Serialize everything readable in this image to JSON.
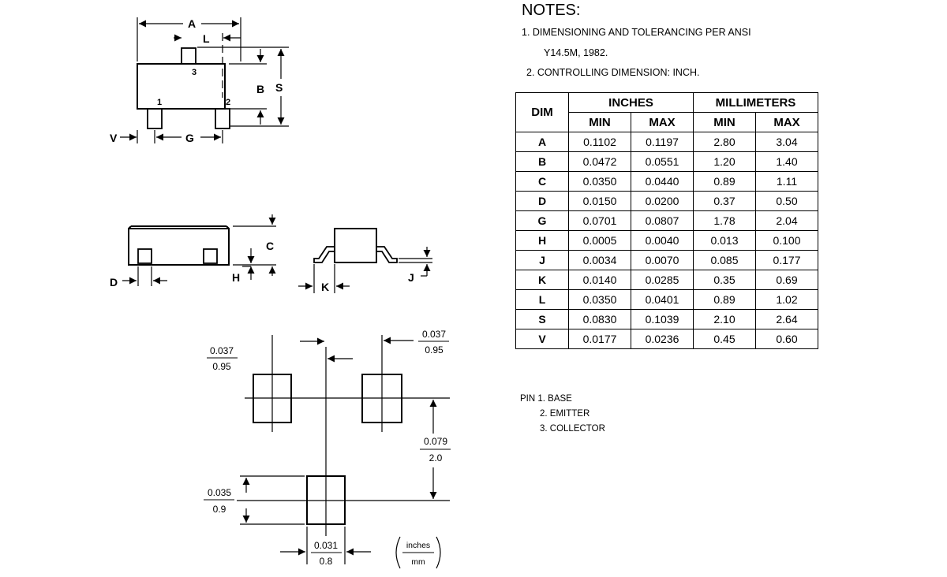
{
  "notes": {
    "title": "NOTES:",
    "note1_line1": "1. DIMENSIONING AND TOLERANCING PER ANSI",
    "note1_line2": "Y14.5M, 1982.",
    "note2": "2. CONTROLLING DIMENSION: INCH."
  },
  "table": {
    "dim_header": "DIM",
    "inches_header": "INCHES",
    "mm_header": "MILLIMETERS",
    "min": "MIN",
    "max": "MAX",
    "rows": [
      {
        "dim": "A",
        "in_min": "0.1102",
        "in_max": "0.1197",
        "mm_min": "2.80",
        "mm_max": "3.04"
      },
      {
        "dim": "B",
        "in_min": "0.0472",
        "in_max": "0.0551",
        "mm_min": "1.20",
        "mm_max": "1.40"
      },
      {
        "dim": "C",
        "in_min": "0.0350",
        "in_max": "0.0440",
        "mm_min": "0.89",
        "mm_max": "1.11"
      },
      {
        "dim": "D",
        "in_min": "0.0150",
        "in_max": "0.0200",
        "mm_min": "0.37",
        "mm_max": "0.50"
      },
      {
        "dim": "G",
        "in_min": "0.0701",
        "in_max": "0.0807",
        "mm_min": "1.78",
        "mm_max": "2.04"
      },
      {
        "dim": "H",
        "in_min": "0.0005",
        "in_max": "0.0040",
        "mm_min": "0.013",
        "mm_max": "0.100"
      },
      {
        "dim": "J",
        "in_min": "0.0034",
        "in_max": "0.0070",
        "mm_min": "0.085",
        "mm_max": "0.177"
      },
      {
        "dim": "K",
        "in_min": "0.0140",
        "in_max": "0.0285",
        "mm_min": "0.35",
        "mm_max": "0.69"
      },
      {
        "dim": "L",
        "in_min": "0.0350",
        "in_max": "0.0401",
        "mm_min": "0.89",
        "mm_max": "1.02"
      },
      {
        "dim": "S",
        "in_min": "0.0830",
        "in_max": "0.1039",
        "mm_min": "2.10",
        "mm_max": "2.64"
      },
      {
        "dim": "V",
        "in_min": "0.0177",
        "in_max": "0.0236",
        "mm_min": "0.45",
        "mm_max": "0.60"
      }
    ]
  },
  "pins": {
    "line1": "PIN 1. BASE",
    "line2": "2. EMITTER",
    "line3": "3. COLLECTOR"
  },
  "top_view": {
    "label_a": "A",
    "label_l": "L",
    "label_b": "B",
    "label_s": "S",
    "label_v": "V",
    "label_g": "G",
    "pin1": "1",
    "pin2": "2",
    "pin3": "3"
  },
  "side_view": {
    "label_c": "C",
    "label_d": "D",
    "label_h": "H",
    "label_k": "K",
    "label_j": "J"
  },
  "footprint": {
    "pad_w_in": "0.037",
    "pad_w_mm": "0.95",
    "pitch_in": "0.037",
    "pitch_mm": "0.95",
    "row_in": "0.079",
    "row_mm": "2.0",
    "pad_h_in": "0.035",
    "pad_h_mm": "0.9",
    "bottom_w_in": "0.031",
    "bottom_w_mm": "0.8",
    "unit_in": "inches",
    "unit_mm": "mm"
  },
  "colors": {
    "line": "#000000",
    "watermark": "#dddddd"
  }
}
